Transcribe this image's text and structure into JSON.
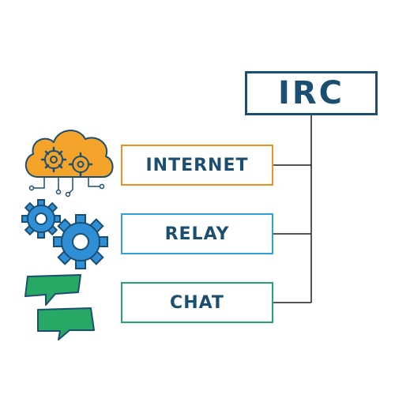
{
  "diagram": {
    "root": {
      "label": "IRC"
    },
    "children": [
      {
        "id": "internet",
        "label": "INTERNET",
        "color": "#f0931e",
        "icon": "cloud-gears-icon"
      },
      {
        "id": "relay",
        "label": "RELAY",
        "color": "#2ea3db",
        "icon": "gears-icon"
      },
      {
        "id": "chat",
        "label": "CHAT",
        "color": "#21a674",
        "icon": "chat-bubbles-icon"
      }
    ],
    "colors": {
      "text": "#1b4f72",
      "connector": "#1f1f1f"
    }
  }
}
